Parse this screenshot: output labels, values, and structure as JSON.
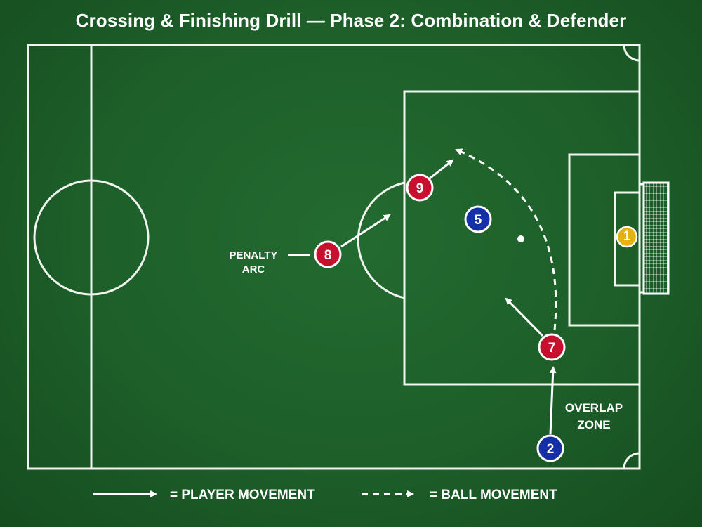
{
  "title": "Crossing & Finishing Drill — Phase 2: Combination & Defender",
  "labels": {
    "penalty_arc_line1": "PENALTY",
    "penalty_arc_line2": "ARC",
    "overlap_line1": "OVERLAP",
    "overlap_line2": "ZONE"
  },
  "legend": {
    "player_movement": "= PLAYER MOVEMENT",
    "ball_movement": "= BALL MOVEMENT"
  },
  "players": [
    {
      "number": "9",
      "team": "attack"
    },
    {
      "number": "8",
      "team": "attack"
    },
    {
      "number": "7",
      "team": "attack"
    },
    {
      "number": "5",
      "team": "defender"
    },
    {
      "number": "2",
      "team": "defender"
    },
    {
      "number": "1",
      "team": "goalkeeper"
    }
  ],
  "colors": {
    "pitch": "#1d5e29",
    "lines": "#f2f4ef",
    "attack": "#c8102e",
    "defender": "#1631a8",
    "goalkeeper": "#e3b316"
  }
}
